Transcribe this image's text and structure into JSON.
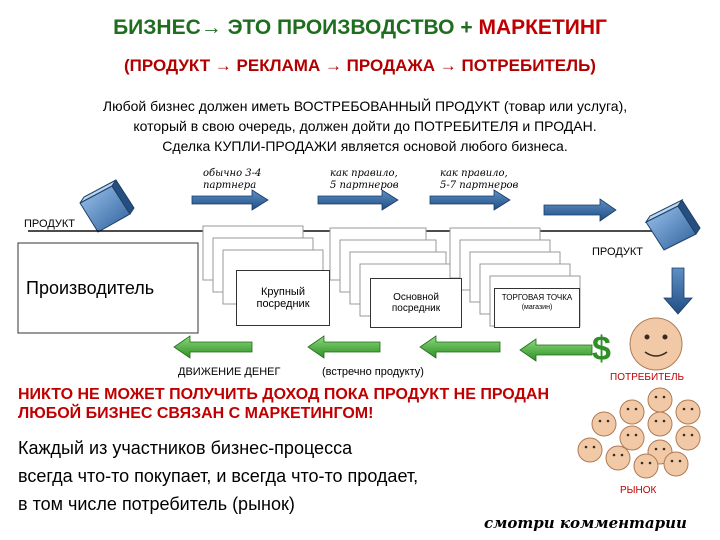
{
  "header": {
    "title_part1": "БИЗНЕС→ ЭТО ПРОИЗВОДСТВО + ",
    "title_part2": "МАРКЕТИНГ",
    "subtitle": "(ПРОДУКТ → РЕКЛАМА → ПРОДАЖА → ПОТРЕБИТЕЛЬ)"
  },
  "intro": {
    "line1": "Любой бизнес должен иметь ВОСТРЕБОВАННЫЙ ПРОДУКТ (товар или услуга),",
    "line2": "который в свою очередь, должен дойти до ПОТРЕБИТЕЛЯ и ПРОДАН.",
    "line3": "Сделка КУПЛИ-ПРОДАЖИ является основой любого бизнеса."
  },
  "diagram": {
    "notes": [
      {
        "line1": "обычно 3-4",
        "line2": "партнера"
      },
      {
        "line1": "как правило,",
        "line2": "5 партнеров"
      },
      {
        "line1": "как правило,",
        "line2": "5-7 партнеров"
      }
    ],
    "product_left": "ПРОДУКТ",
    "product_right": "ПРОДУКТ",
    "producer": "Производитель",
    "large_intermediary": "Крупный посредник",
    "main_intermediary": "Основной посредник",
    "trade_point": "ТОРГОВАЯ ТОЧКА",
    "shop": "(магазин)",
    "money_flow": "ДВИЖЕНИЕ ДЕНЕГ",
    "money_flow_note": "(встречно продукту)",
    "dollar": "$",
    "consumer": "ПОТРЕБИТЕЛЬ",
    "market": "РЫНОК"
  },
  "conclusions": {
    "line1": "НИКТО НЕ МОЖЕТ ПОЛУЧИТЬ ДОХОД ПОКА ПРОДУКТ НЕ ПРОДАН",
    "line2": "ЛЮБОЙ БИЗНЕС СВЯЗАН С МАРКЕТИНГОМ!",
    "body1": "Каждый из участников бизнес-процесса",
    "body2": "всегда что-то покупает, и всегда что-то продает,",
    "body3": "в том числе потребитель (рынок)",
    "see_comments": "смотри комментарии"
  },
  "colors": {
    "arrow_fill": "#2e6da4",
    "money_arrow": "#4caf3a",
    "cube": "#6fa3d8",
    "accent_red": "#c00000",
    "title_green": "#1f6e1f"
  }
}
